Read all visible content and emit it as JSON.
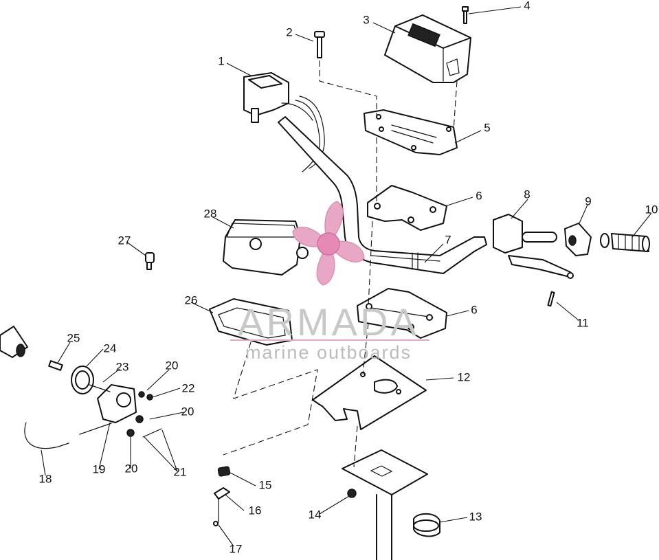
{
  "diagram": {
    "callouts": [
      "1",
      "2",
      "3",
      "4",
      "5",
      "6",
      "6",
      "7",
      "8",
      "9",
      "10",
      "11",
      "12",
      "13",
      "14",
      "15",
      "16",
      "17",
      "18",
      "19",
      "20",
      "20",
      "20",
      "21",
      "22",
      "23",
      "24",
      "25",
      "26",
      "27",
      "28"
    ]
  },
  "watermark": {
    "brand": "ARMADA",
    "tagline": "marine outboards"
  },
  "colors": {
    "line": "#111111",
    "watermark_text": "#c8c8c8",
    "watermark_logo": "#e8a7c4"
  }
}
